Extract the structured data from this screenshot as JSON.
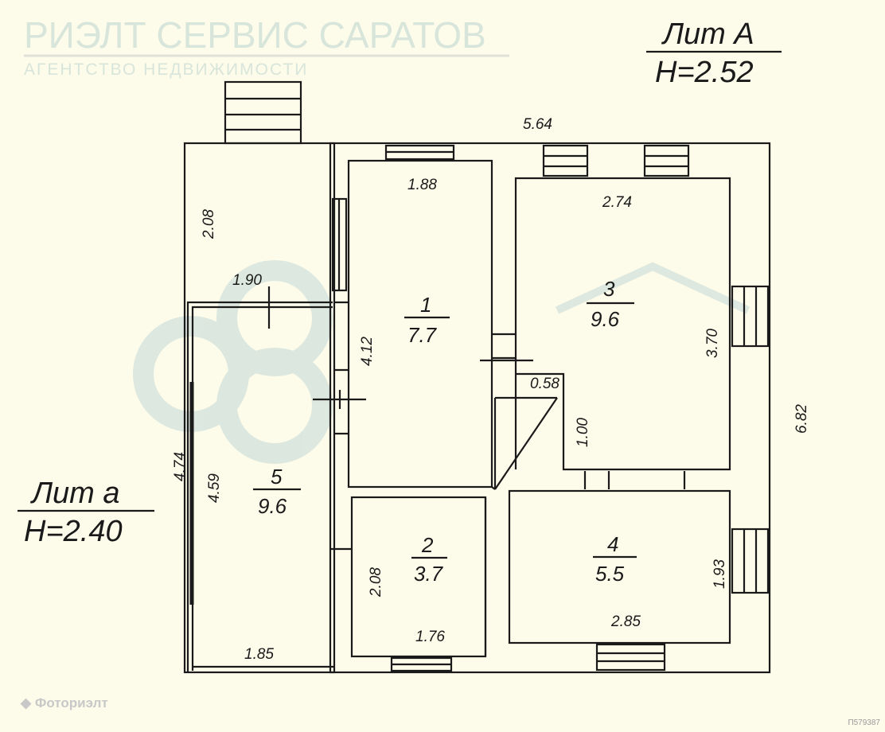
{
  "titles": {
    "lit_A": "Лит А",
    "height_A": "H=2.52",
    "lit_a": "Лит а",
    "height_a": "H=2.40"
  },
  "rooms": [
    {
      "number": "1",
      "area": "7.7"
    },
    {
      "number": "2",
      "area": "3.7"
    },
    {
      "number": "3",
      "area": "9.6"
    },
    {
      "number": "4",
      "area": "5.5"
    },
    {
      "number": "5",
      "area": "9.6"
    }
  ],
  "dimensions": {
    "overall_width": "5.64",
    "overall_depth": "6.82",
    "room1_width": "1.88",
    "room1_length": "4.12",
    "room3_width": "2.74",
    "room3_length": "3.70",
    "stair_width": "0.58",
    "stair_length": "1.00",
    "room2_width": "1.76",
    "room2_length": "2.08",
    "room4_width": "2.85",
    "room4_length": "1.93",
    "vestibule_length": "2.08",
    "vestibule_width": "1.90",
    "room5_width": "1.85",
    "room5_length": "4.59",
    "lit_a_length": "4.74"
  },
  "watermark": {
    "company": "РИЭЛТ СЕРВИС САРАТОВ",
    "tagline": "АГЕНТСТВО НЕДВИЖИМОСТИ"
  },
  "footer": {
    "source": "Фоториэлт",
    "listing_id": "П579387"
  }
}
